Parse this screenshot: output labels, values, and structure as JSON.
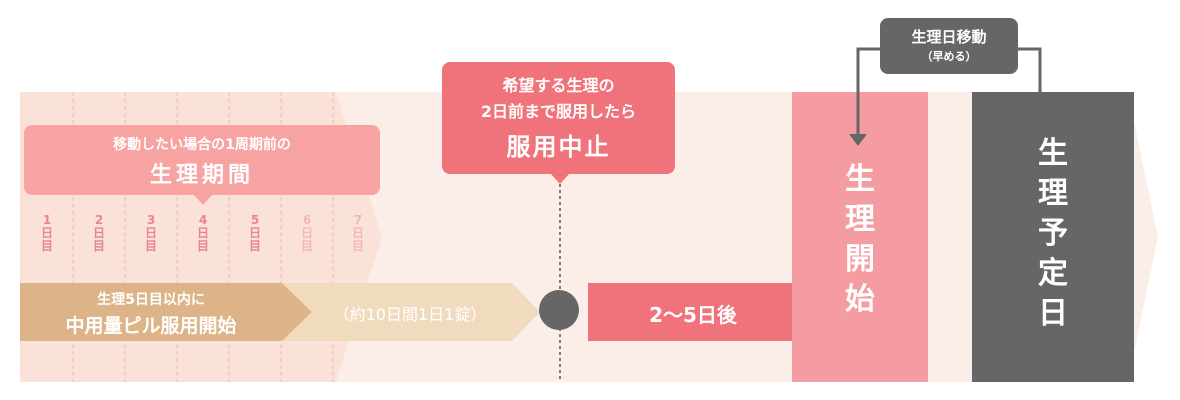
{
  "colors": {
    "bg_band": "#fbeee9",
    "period_band": "#fbe2d8",
    "pink_strong": "#f0727a",
    "pink_light": "#f7a3a2",
    "pink_start": "#f59ca3",
    "gray_dark": "#666666",
    "tan_dark": "#ddb488",
    "tan_light": "#f1dbbf",
    "day_text": "#e8868e",
    "day_text_faded": "#f2b8b8"
  },
  "period_bubble": {
    "line1": "移動したい場合の1周期前の",
    "line2": "生理期間"
  },
  "days": [
    {
      "num": "1",
      "unit": "日目",
      "faded": false
    },
    {
      "num": "2",
      "unit": "日目",
      "faded": false
    },
    {
      "num": "3",
      "unit": "日目",
      "faded": false
    },
    {
      "num": "4",
      "unit": "日目",
      "faded": false
    },
    {
      "num": "5",
      "unit": "日目",
      "faded": false
    },
    {
      "num": "6",
      "unit": "日目",
      "faded": true
    },
    {
      "num": "7",
      "unit": "日目",
      "faded": true
    }
  ],
  "pill_start": {
    "line1": "生理5日目以内に",
    "line2": "中用量ピル服用開始"
  },
  "pill_dose": "（約10日間1日1錠）",
  "stop_bubble": {
    "line1": "希望する生理の",
    "line2": "2日前まで服用したら",
    "line3": "服用中止"
  },
  "after_days": "2〜5日後",
  "period_start": "生理開始",
  "expected_period": "生理予定日",
  "move_bubble": {
    "line1": "生理日移動",
    "line2": "（早める）"
  }
}
